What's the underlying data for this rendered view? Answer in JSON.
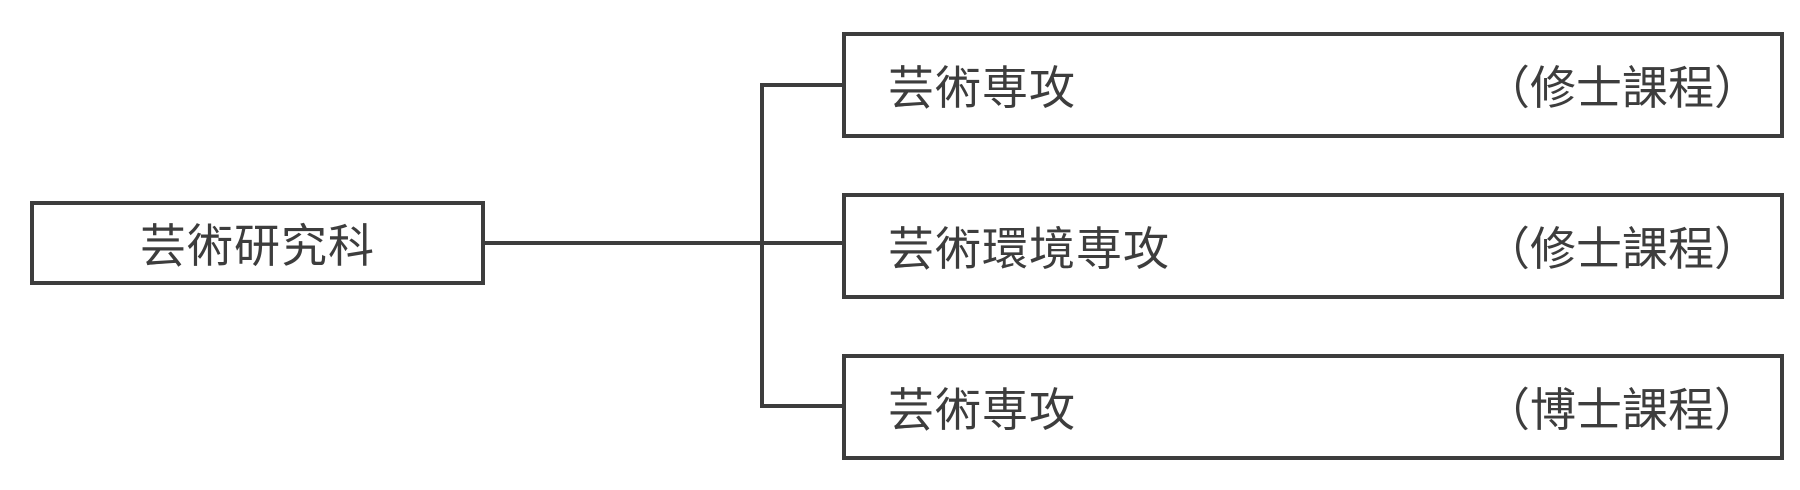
{
  "root": {
    "label": "芸術研究科"
  },
  "children": [
    {
      "name": "芸術専攻",
      "course": "（修士課程）"
    },
    {
      "name": "芸術環境専攻",
      "course": "（修士課程）"
    },
    {
      "name": "芸術専攻",
      "course": "（博士課程）"
    }
  ],
  "colors": {
    "line": "#3d3d3d",
    "text": "#3d3d3d",
    "background": "#ffffff"
  }
}
